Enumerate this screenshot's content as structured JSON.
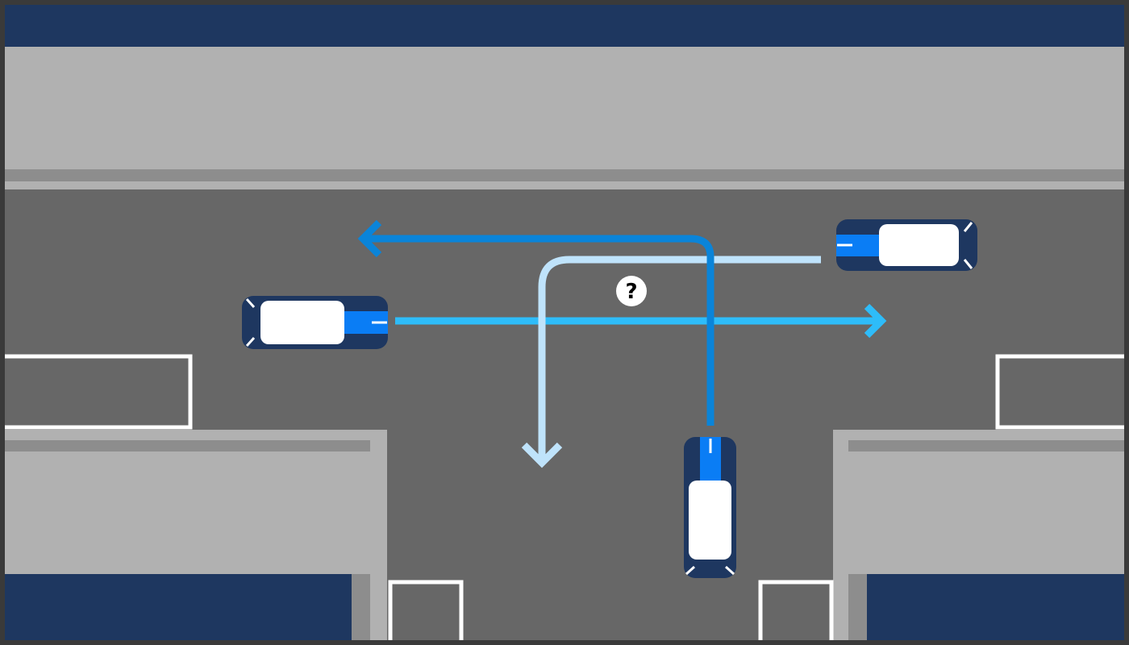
{
  "scene": {
    "description_label": "",
    "question_mark": "?",
    "colors": {
      "frame": "#3a3a3a",
      "building": "#1e3760",
      "sidewalk": "#b1b1b1",
      "curb": "#8d8d8d",
      "road": "#676767",
      "marking": "#ffffff",
      "car_body": "#1e3760",
      "car_stripe": "#0a7df5",
      "car_window": "#ffffff",
      "path_straight": "#2ebcf9",
      "path_left_turn": "#0a84d9",
      "path_right_turn": "#bfe3fb"
    }
  },
  "vehicles": [
    {
      "id": "car-west",
      "heading": "east"
    },
    {
      "id": "car-east",
      "heading": "west"
    },
    {
      "id": "car-south",
      "heading": "north"
    }
  ],
  "paths": [
    {
      "id": "straight-path",
      "from": "car-west",
      "maneuver": "straight"
    },
    {
      "id": "left-turn-path",
      "from": "car-south",
      "maneuver": "left-turn"
    },
    {
      "id": "right-turn-path",
      "from": "car-east",
      "maneuver": "left-turn-south"
    }
  ]
}
